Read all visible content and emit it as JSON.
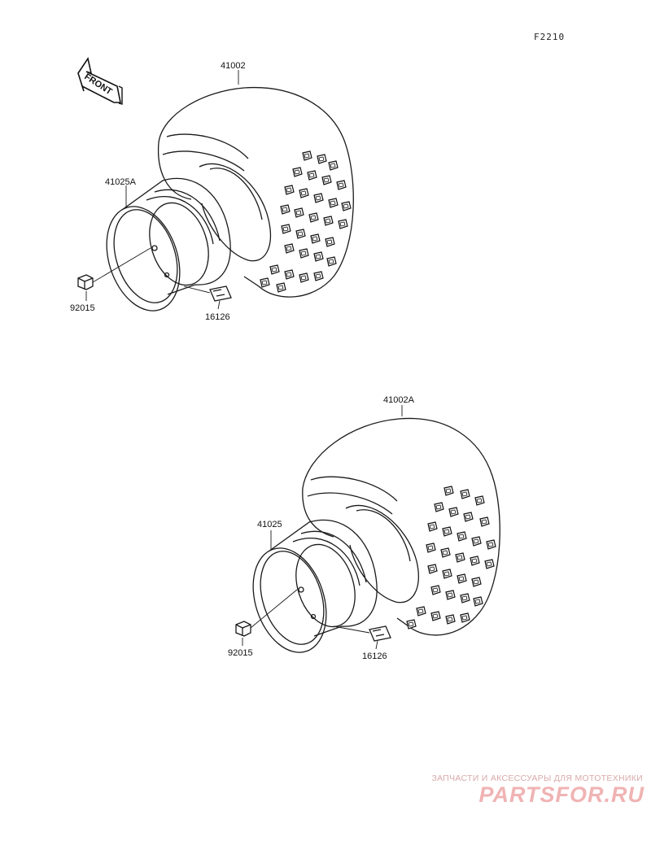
{
  "diagram": {
    "code": "F2210",
    "front_label": "FRONT",
    "top_group": {
      "tire_label": "41002",
      "rim_label": "41025A",
      "nut_label": "92015",
      "valve_label": "16126"
    },
    "bottom_group": {
      "tire_label": "41002A",
      "rim_label": "41025",
      "nut_label": "92015",
      "valve_label": "16126"
    }
  },
  "watermark": {
    "tagline": "ЗАПЧАСТИ И АКСЕССУАРЫ ДЛЯ МОТОТЕХНИКИ",
    "logo": "PARTSFOR.RU"
  },
  "colors": {
    "line": "#1a1a1a",
    "watermark": "#f0b3b3"
  }
}
